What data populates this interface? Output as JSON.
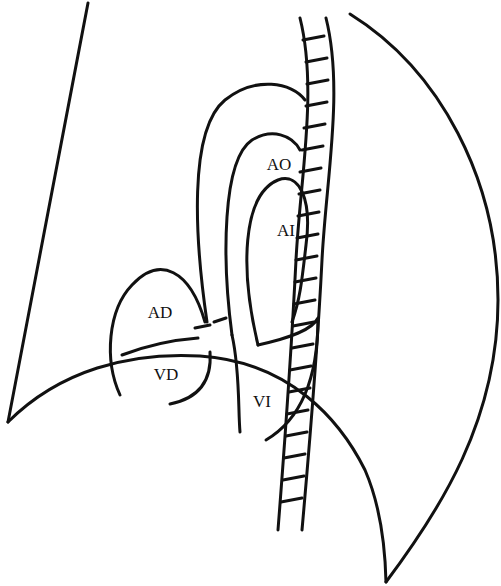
{
  "diagram": {
    "labels": [
      "AO",
      "AI",
      "AD",
      "VD",
      "VI"
    ]
  }
}
